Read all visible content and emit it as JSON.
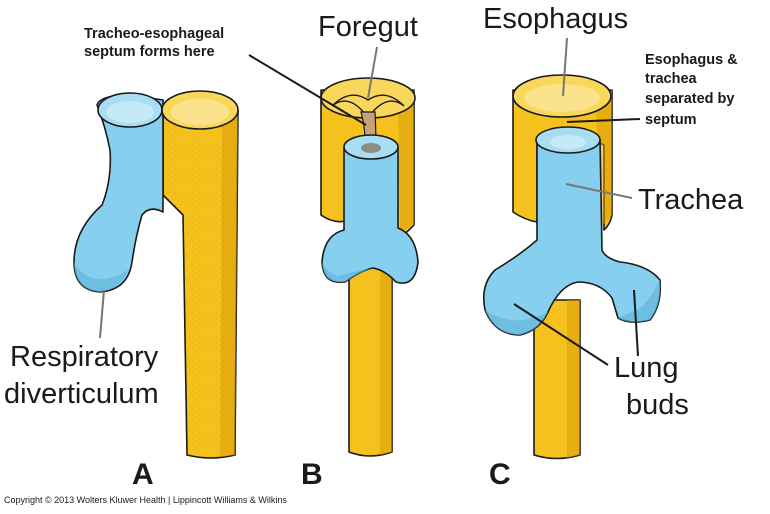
{
  "colors": {
    "esophagus": "#F5C21D",
    "esophagus_shade": "#D99E08",
    "esophagus_inner": "#F9D75A",
    "trachea": "#86CFEE",
    "trachea_shade": "#5FB3DA",
    "trachea_inner": "#A8DDF3",
    "outline": "#1a1a1a"
  },
  "labels": {
    "septum_forms": [
      "Tracheo-esophageal",
      "septum forms here"
    ],
    "foregut": "Foregut",
    "esophagus": "Esophagus",
    "separated": [
      "Esophagus &",
      "trachea",
      "separated by",
      "septum"
    ],
    "trachea": "Trachea",
    "respiratory": [
      "Respiratory",
      "diverticulum"
    ],
    "lung_buds": [
      "Lung",
      "buds"
    ]
  },
  "panels": [
    "A",
    "B",
    "C"
  ],
  "copyright": "Copyright © 2013 Wolters Kluwer Health | Lippincott Williams & Wilkins"
}
